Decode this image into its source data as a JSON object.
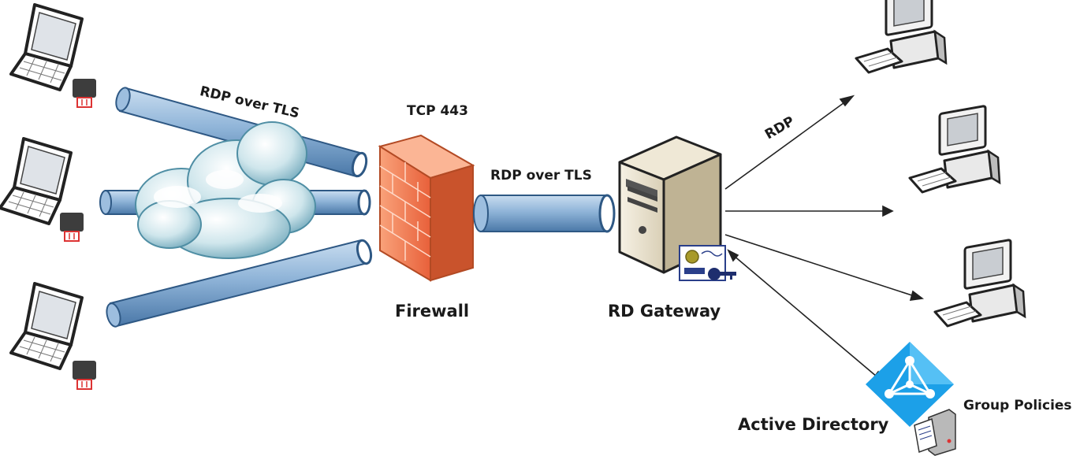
{
  "labels": {
    "rdp_over_tls_clients": "RDP over TLS",
    "tcp_port": "TCP 443",
    "rdp_over_tls_gateway": "RDP over TLS",
    "rdp": "RDP",
    "firewall": "Firewall",
    "rd_gateway": "RD Gateway",
    "active_directory": "Active Directory",
    "group_policies": "Group Policies"
  },
  "icons": {
    "client": "laptop-icon",
    "smartcard": "smart-card-reader-icon",
    "internet": "cloud-icon",
    "firewall": "firewall-icon",
    "gateway": "server-icon",
    "certificate": "certificate-key-icon",
    "target": "desktop-computer-icon",
    "directory": "azure-active-directory-icon",
    "policies": "policy-server-icon"
  },
  "colors": {
    "tube": "#8fb4d8",
    "tube_dark": "#4a78a8",
    "firewall": "#f07a4a",
    "cloud": "#a9d3dc",
    "directory": "#1ca0e8"
  }
}
